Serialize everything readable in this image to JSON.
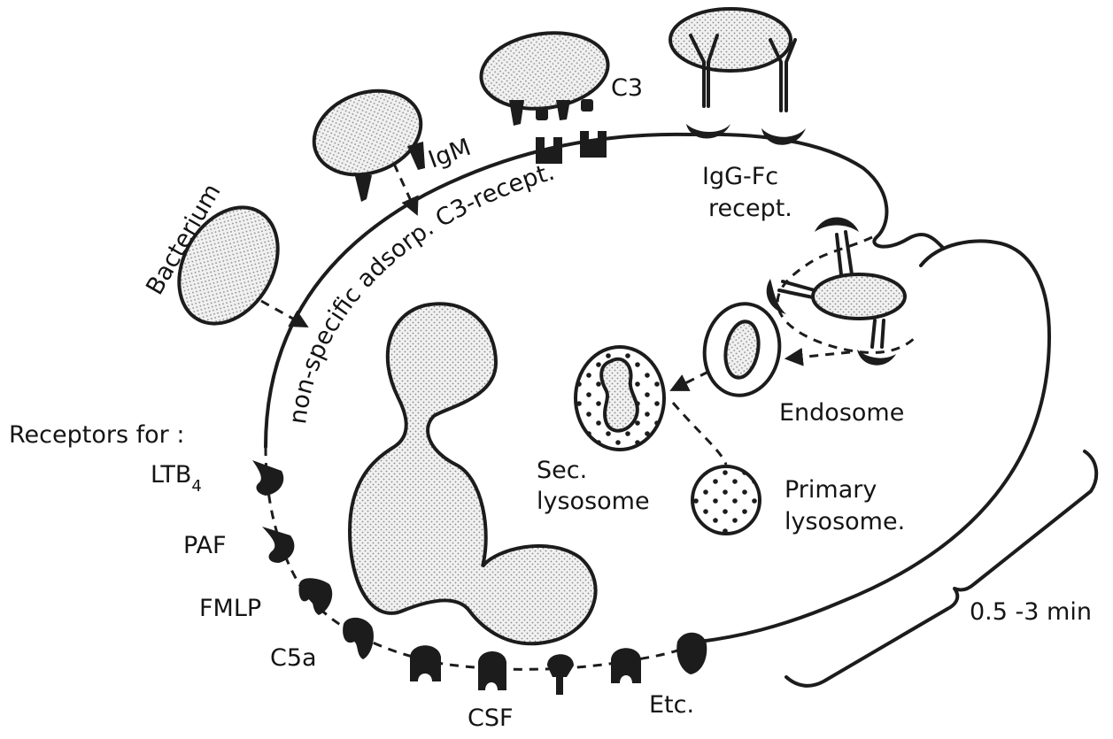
{
  "labels": {
    "bacterium": "Bacterium",
    "igm": "IgM",
    "c3": "C3",
    "non_specific": "non-specific adsorp. C3-recept.",
    "igg_line1": "IgG-Fc",
    "igg_line2": "recept.",
    "endosome": "Endosome",
    "sec_line1": "Sec.",
    "sec_line2": "lysosome",
    "primary_line1": "Primary",
    "primary_line2": "lysosome.",
    "time": "0.5 -3 min",
    "receptors_for": "Receptors for :",
    "ltb": "LTB",
    "ltb_sub": "4",
    "paf": "PAF",
    "fmlp": "FMLP",
    "c5a": "C5a",
    "csf": "CSF",
    "etc": "Etc."
  },
  "colors": {
    "ink": "#1c1c1c",
    "paper": "#ffffff",
    "stipple": "#c9c9c9"
  }
}
